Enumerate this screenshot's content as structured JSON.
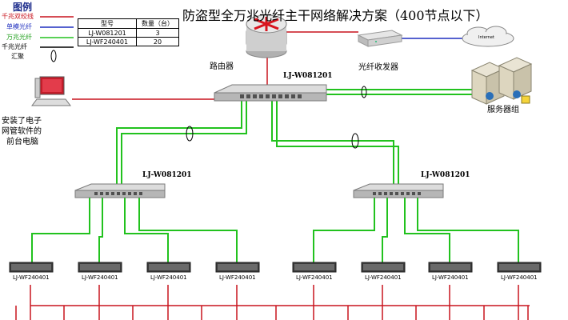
{
  "title": "防盗型全万兆光纤主干网络解决方案（400节点以下）",
  "legend": {
    "heading": "图例",
    "items": [
      {
        "label": "千兆双绞线",
        "color": "#c8141e"
      },
      {
        "label": "单模光纤",
        "color": "#1f2fbf"
      },
      {
        "label": "万兆光纤",
        "color": "#22c21e"
      },
      {
        "label": "千兆光纤",
        "color": "#000000"
      },
      {
        "label": "汇聚",
        "color": "#000000"
      }
    ]
  },
  "table": {
    "headers": [
      "型号",
      "数量（台）"
    ],
    "rows": [
      {
        "model": "LJ-W081201",
        "qty": "3"
      },
      {
        "model": "LJ-WF240401",
        "qty": "20"
      }
    ]
  },
  "nodes": {
    "router": "路由器",
    "transceiver": "光纤收发器",
    "cloud": "Internet",
    "servers": "服务器组",
    "pc": [
      "安装了电子",
      "网管软件的",
      "前台电脑"
    ],
    "core_switch": "LJ-W081201",
    "agg_left": "LJ-W081201",
    "agg_right": "LJ-W081201",
    "access": [
      "LJ-WF240401",
      "LJ-WF240401",
      "LJ-WF240401",
      "LJ-WF240401",
      "LJ-WF240401",
      "LJ-WF240401",
      "LJ-WF240401",
      "LJ-WF240401"
    ]
  },
  "colors": {
    "copper": "#c8141e",
    "singlemode": "#1f2fbf",
    "tengig": "#22c21e"
  }
}
